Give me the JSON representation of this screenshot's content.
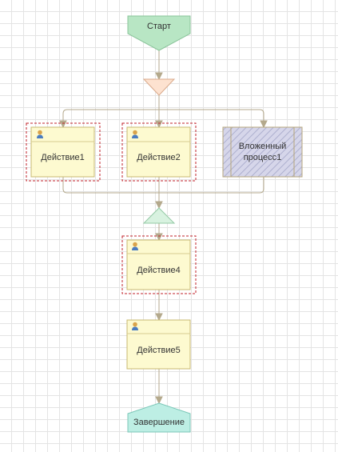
{
  "start": {
    "label": "Старт",
    "color": "#b8e6c4",
    "border": "#8ac49a"
  },
  "fork": {
    "color": "#fde2d0",
    "border": "#d9a98a"
  },
  "join": {
    "color": "#d8f2e0",
    "border": "#93c9a4"
  },
  "end": {
    "label": "Завершение",
    "color": "#bdeee4",
    "border": "#7cc7b8"
  },
  "actions": [
    {
      "id": "action1",
      "label": "Действие1",
      "selected": true,
      "icon": "user-icon"
    },
    {
      "id": "action2",
      "label": "Действие2",
      "selected": true,
      "icon": "user-icon"
    },
    {
      "id": "action4",
      "label": "Действие4",
      "selected": true,
      "icon": "user-icon"
    },
    {
      "id": "action5",
      "label": "Действие5",
      "selected": false,
      "icon": "user-icon"
    }
  ],
  "subprocess": {
    "label_line1": "Вложенный",
    "label_line2": "процесс1"
  },
  "colors": {
    "action_fill": "#fdfad0",
    "action_border": "#c8b870",
    "selection": "#c0222a",
    "connector": "#b4a98c",
    "subprocess_fill": "#d6d6ea",
    "subprocess_border": "#b7a77c"
  }
}
